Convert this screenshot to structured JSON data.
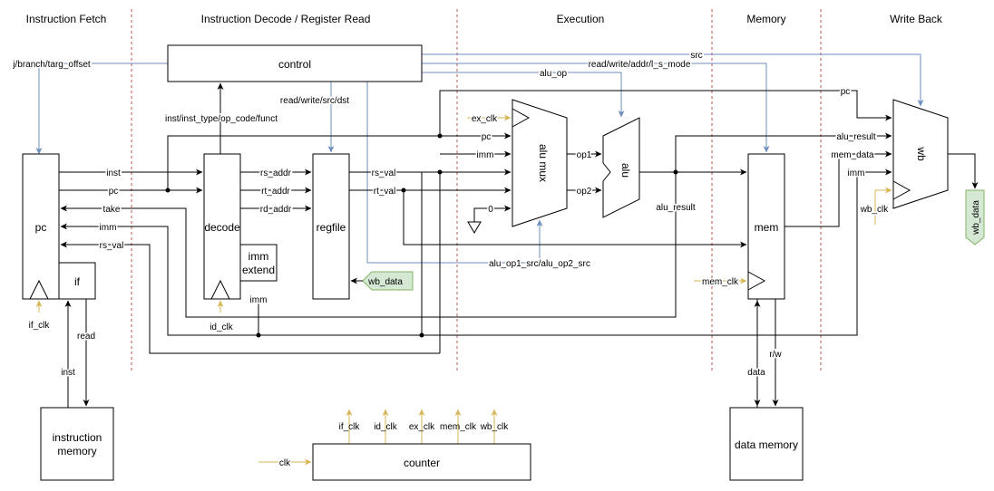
{
  "stages": {
    "fetch": "Instruction Fetch",
    "decode": "Instruction Decode / Register Read",
    "execution": "Execution",
    "memory": "Memory",
    "writeback": "Write Back"
  },
  "blocks": {
    "control": "control",
    "pc": "pc",
    "if": "if",
    "decode": "decode",
    "imm_extend_1": "imm",
    "imm_extend_2": "extend",
    "regfile": "regfile",
    "alu_mux": "alu mux",
    "alu": "alu",
    "mem": "mem",
    "wb": "wb",
    "instruction_memory_1": "instruction",
    "instruction_memory_2": "memory",
    "data_memory": "data memory",
    "counter": "counter"
  },
  "signals": {
    "j_branch_targ_offset": "j/branch/targ_offset",
    "inst_type": "inst/inst_type/op_code/funct",
    "read_write_src_dst": "read/write/src/dst",
    "src": "src",
    "rw_addr_mode": "read/write/addr/l_s_mode",
    "alu_op": "alu_op",
    "pc_top": "pc",
    "ex_clk": "ex_clk",
    "pc_ex": "pc",
    "imm_ex": "imm",
    "zero": "0",
    "inst": "inst",
    "pc": "pc",
    "take": "take",
    "imm": "imm",
    "rs_val_back": "rs_val",
    "rs_addr": "rs_addr",
    "rt_addr": "rt_addr",
    "rd_addr": "rd_addr",
    "rs_val": "rs_val",
    "rt_val": "rt_val",
    "op1": "op1",
    "op2": "op2",
    "alu_result_mid": "alu_result",
    "alu_result_wb": "alu_result",
    "mem_data": "mem_data",
    "imm_wb": "imm",
    "wb_clk": "wb_clk",
    "wb_data_out": "wb_data",
    "wb_data_in": "wb_data",
    "alu_src": "alu_op1_src/alu_op2_src",
    "mem_clk": "mem_clk",
    "imm_dec": "imm",
    "if_clk": "if_clk",
    "read": "read",
    "inst_mem": "inst",
    "id_clk": "id_clk",
    "data": "data",
    "rw": "r/w",
    "clk": "clk",
    "c_if_clk": "if_clk",
    "c_id_clk": "id_clk",
    "c_ex_clk": "ex_clk",
    "c_mem_clk": "mem_clk",
    "c_wb_clk": "wb_clk"
  },
  "colors": {
    "wire": "#000000",
    "control_wire": "#6c8ebf",
    "clock_wire": "#d6b656",
    "stage_separator": "#b85450",
    "wb_data_fill": "#d5e8d4",
    "wb_data_stroke": "#82b366"
  }
}
